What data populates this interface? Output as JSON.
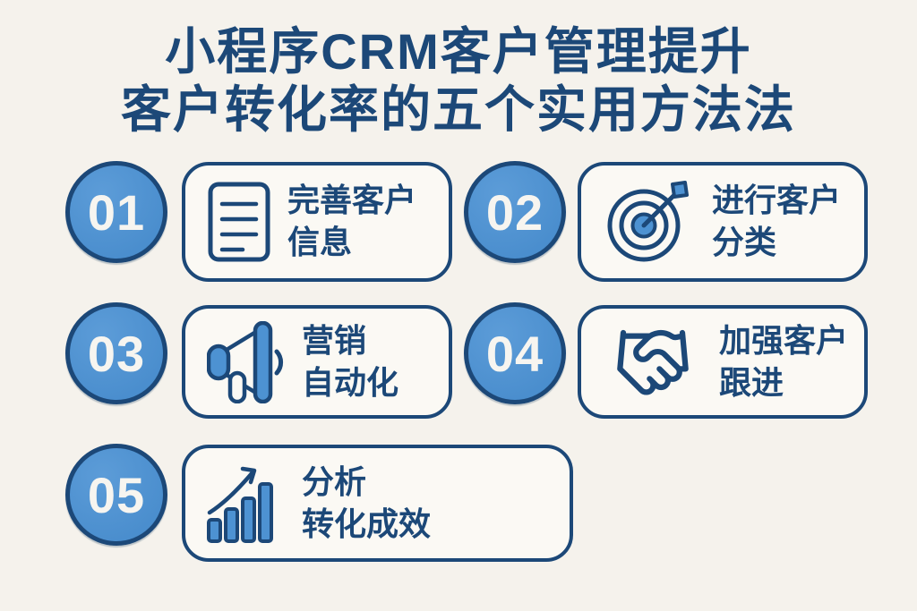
{
  "title": {
    "line1": "小程序CRM客户管理提升",
    "line2": "客户转化率的五个实用方法法"
  },
  "items": [
    {
      "number": "01",
      "icon": "document-icon",
      "label_line1": "完善客户",
      "label_line2": "信息"
    },
    {
      "number": "02",
      "icon": "target-icon",
      "label_line1": "进行客户",
      "label_line2": "分类"
    },
    {
      "number": "03",
      "icon": "megaphone-icon",
      "label_line1": "营销",
      "label_line2": "自动化"
    },
    {
      "number": "04",
      "icon": "handshake-icon",
      "label_line1": "加强客户",
      "label_line2": "跟进"
    },
    {
      "number": "05",
      "icon": "growth-chart-icon",
      "label_line1": "分析",
      "label_line2": "转化成效"
    }
  ],
  "colors": {
    "bg": "#f5f2ec",
    "navy": "#1c4878",
    "blue": "#4d92d2",
    "card_bg": "#fbf9f4",
    "num": "#f7f5f0"
  }
}
